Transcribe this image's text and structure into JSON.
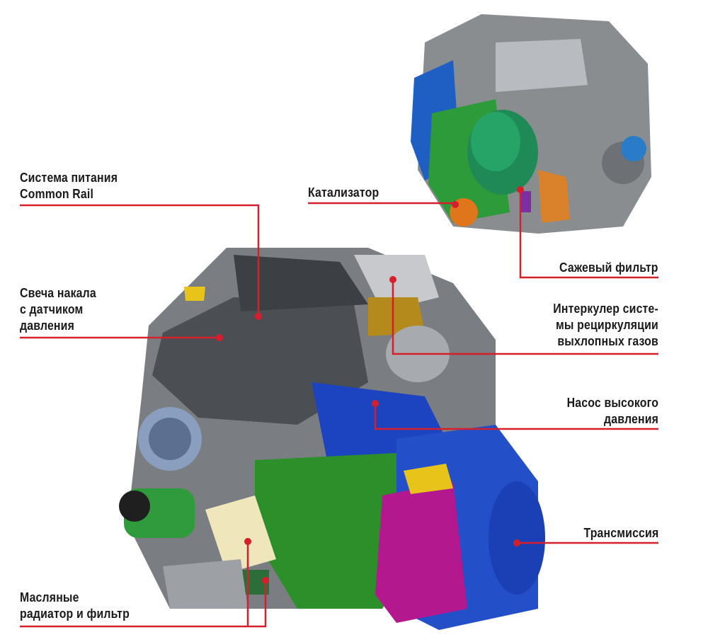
{
  "labels": {
    "common_rail": [
      "Система питания",
      "Common Rail"
    ],
    "catalyst": [
      "Катализатор"
    ],
    "glow_plug": [
      "Свеча накала",
      "с датчиком",
      "давления"
    ],
    "particulate_filter": [
      "Сажевый фильтр"
    ],
    "egr_intercooler": [
      "Интеркулер систе-",
      "мы рециркуляции",
      "выхлопных газов"
    ],
    "hp_pump": [
      "Насос высокого",
      "давления"
    ],
    "transmission": [
      "Трансмиссия"
    ],
    "oil_cooler_filter": [
      "Масляные",
      "радиатор и фильтр"
    ]
  },
  "colors": {
    "leader_line": "#d71e2b",
    "text": "#1a1a1a"
  }
}
